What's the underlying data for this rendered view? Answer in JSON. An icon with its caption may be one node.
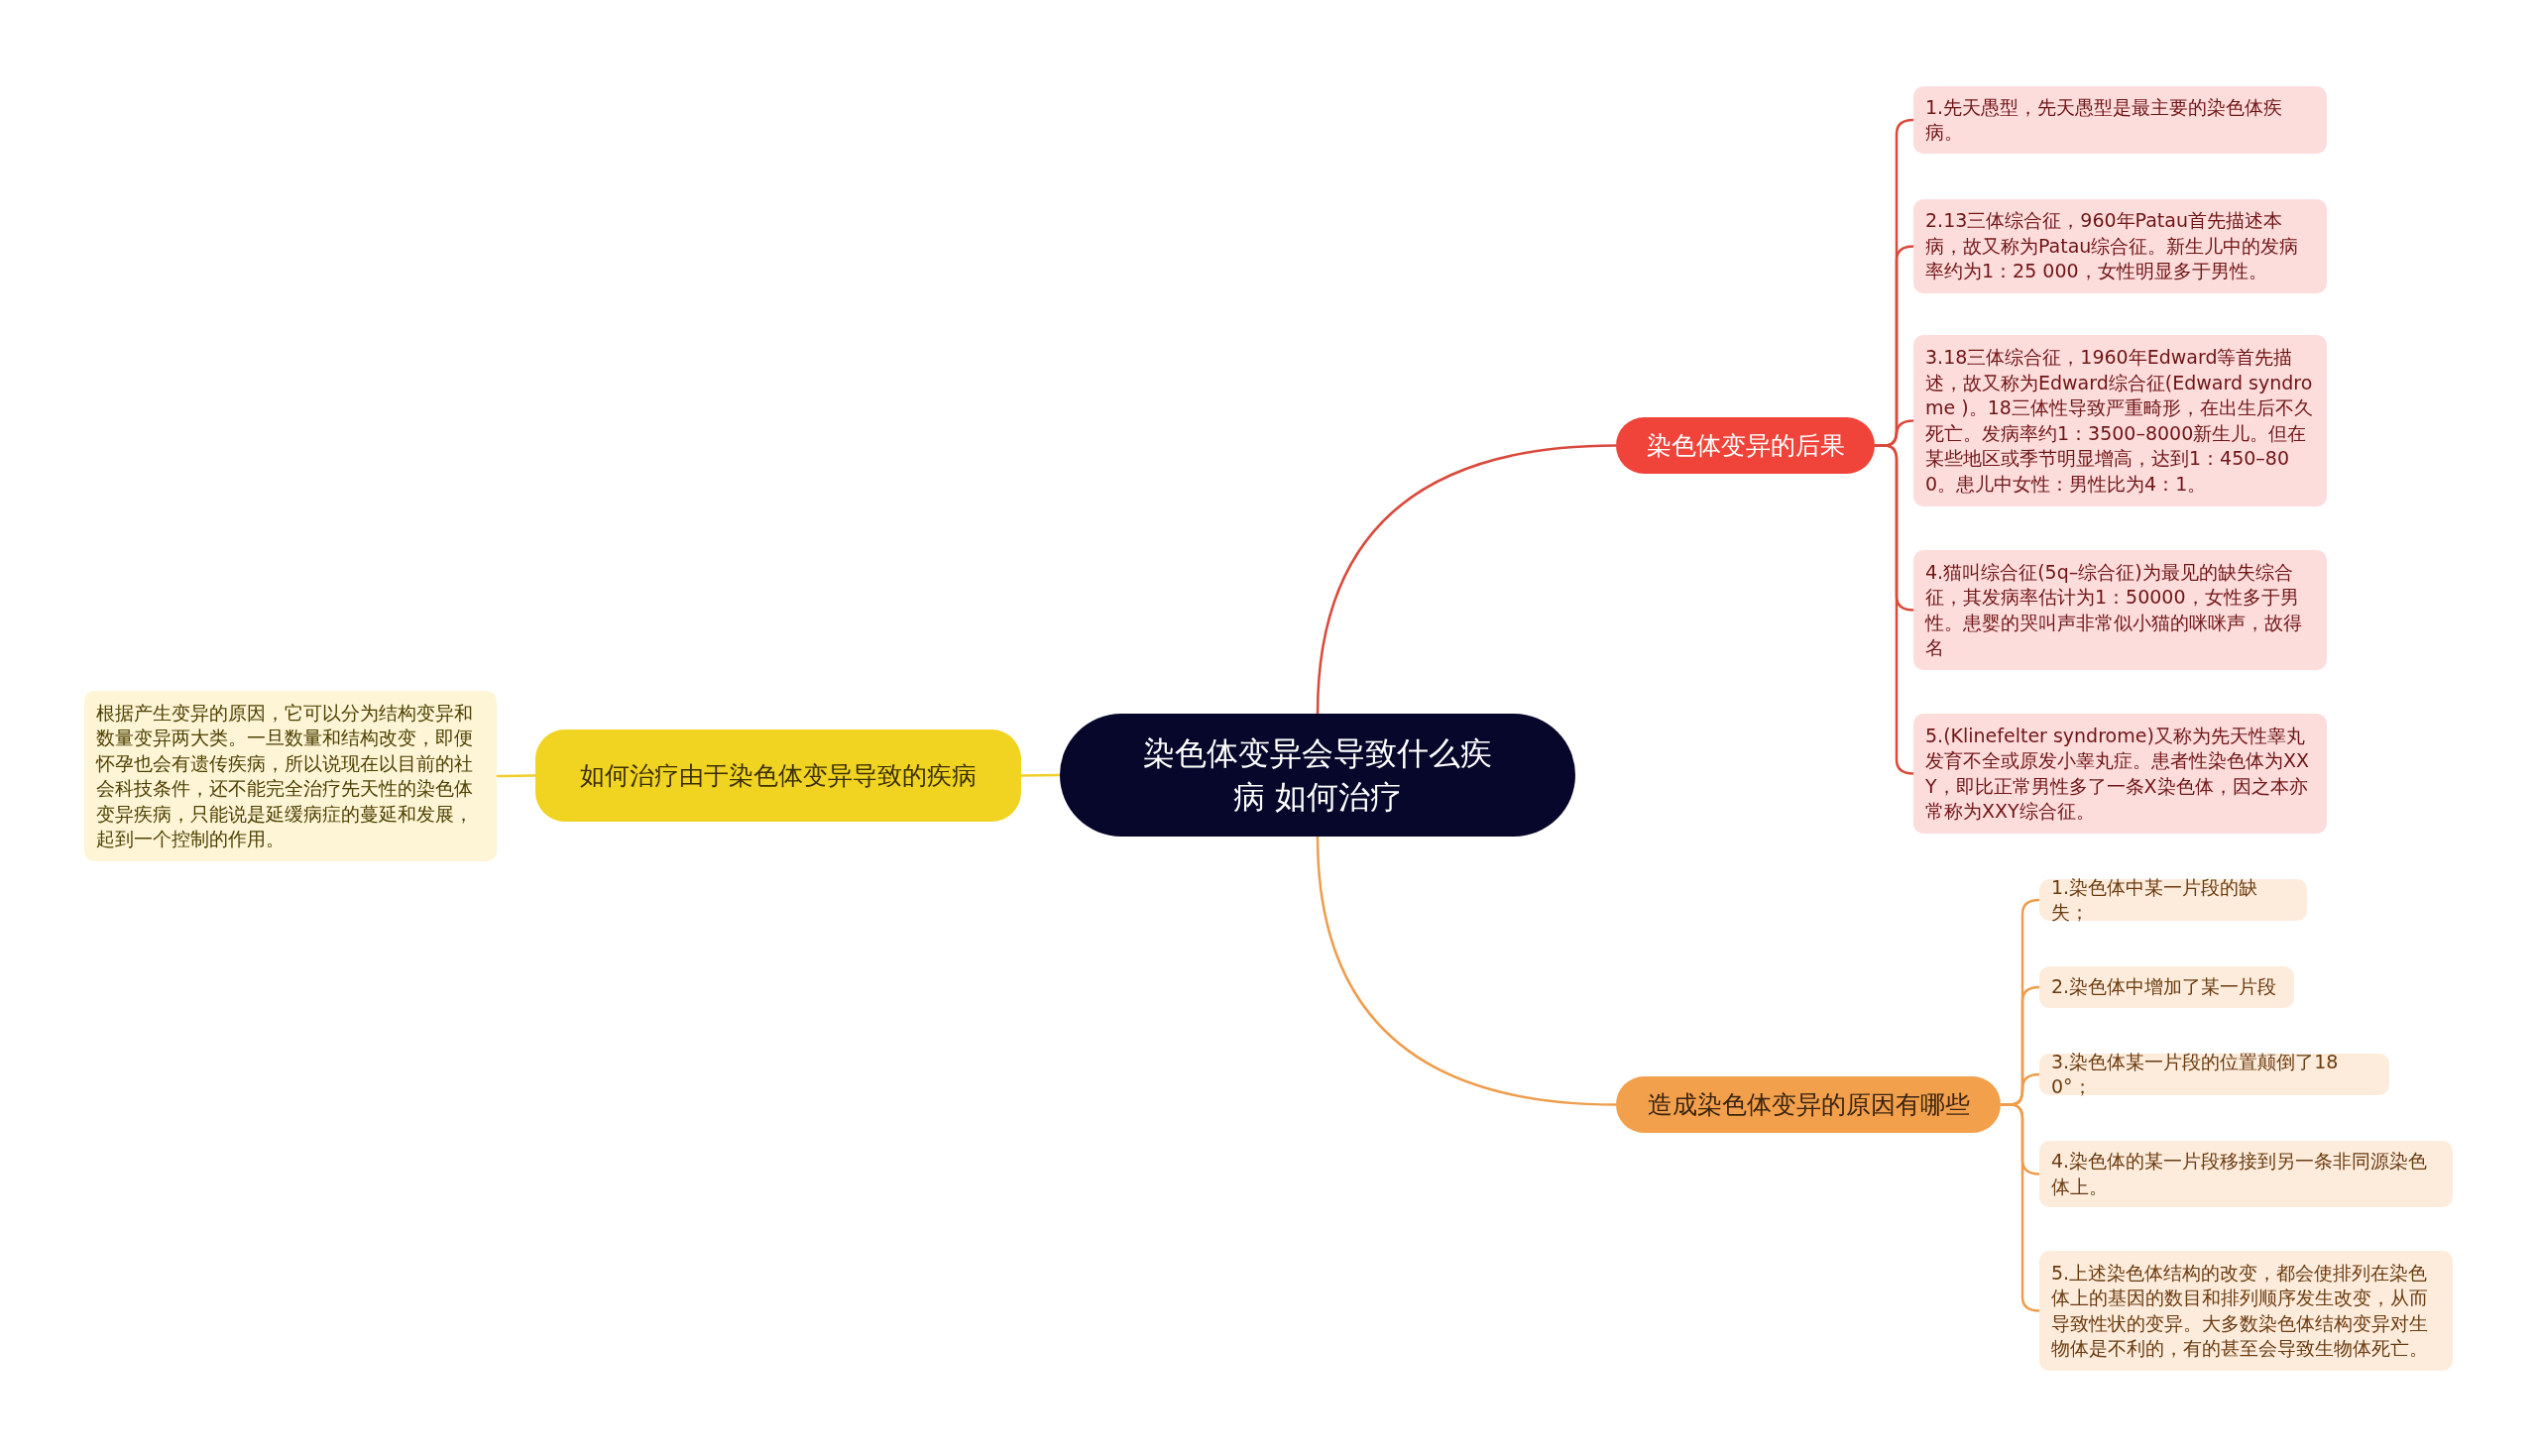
{
  "diagram": {
    "nodes": [
      {
        "text": [
          "染色体变异会导致什么疾病 如何治疗"
        ]
      },
      {
        "text": [
          "染色体变异的后果"
        ]
      },
      {
        "text": [
          "1.先天愚型，先天愚型是最主要的染色体疾病。"
        ]
      },
      {
        "text": [
          "2.13三体综合征，960年Patau首先描述本病，故又称为Patau综合征。新生儿中的发病率约为1：25 000，女性明显多于男性。"
        ]
      },
      {
        "text": [
          "3.18三体综合征，1960年Edward等首先描述，故又称为Edward综合征(Edward syndrome )。18三体性导致严重畸形，在出生后不久死亡。发病率约1：3500–8000新生儿。但在某些地区或季节明显增高，达到1：450–800。患儿中女性：男性比为4：1。"
        ]
      },
      {
        "text": [
          "4.猫叫综合征(5q–综合征)为最见的缺失综合征，其发病率估计为1：50000，女性多于男性。患婴的哭叫声非常似小猫的咪咪声，故得名"
        ]
      },
      {
        "text": [
          "5.(Klinefelter syndrome)又称为先天性睾丸发育不全或原发小睾丸症。患者性染色体为XXY，即比正常男性多了一条X染色体，因之本亦常称为XXY综合征。"
        ]
      },
      {
        "text": [
          "造成染色体变异的原因有哪些"
        ]
      },
      {
        "text": [
          "1.染色体中某一片段的缺失；"
        ]
      },
      {
        "text": [
          "2.染色体中增加了某一片段"
        ]
      },
      {
        "text": [
          "3.染色体某一片段的位置颠倒了180°；"
        ]
      },
      {
        "text": [
          "4.染色体的某一片段移接到另一条非同源染色体上。"
        ]
      },
      {
        "text": [
          "5.上述染色体结构的改变，都会使排列在染色体上的基因的数目和排列顺序发生改变，从而导致性状的变异。大多数染色体结构变异对生物体是不利的，有的甚至会导致生物体死亡。"
        ]
      },
      {
        "text": [
          "如何治疗由于染色体变异导致的疾病"
        ]
      },
      {
        "text": [
          "根据产生变异的原因，它可以分为结构变异和数量变异两大类。一旦数量和结构改变，即便怀孕也会有遗传疾病，所以说现在以目前的社会科技条件，还不能完全治疗先天性的染色体变异疾病，只能说是延缓病症的蔓延和发展，起到一个控制的作用。"
        ]
      }
    ],
    "edges": [
      {
        "from": 0,
        "to": 1,
        "arrow": "none",
        "color": "#d94a3c"
      },
      {
        "from": 1,
        "to": 2,
        "arrow": "none",
        "color": "#d94a3c"
      },
      {
        "from": 1,
        "to": 3,
        "arrow": "none",
        "color": "#d94a3c"
      },
      {
        "from": 1,
        "to": 4,
        "arrow": "none",
        "color": "#d94a3c"
      },
      {
        "from": 1,
        "to": 5,
        "arrow": "none",
        "color": "#d94a3c"
      },
      {
        "from": 1,
        "to": 6,
        "arrow": "none",
        "color": "#d94a3c"
      },
      {
        "from": 0,
        "to": 7,
        "arrow": "none",
        "color": "#ee9d4c"
      },
      {
        "from": 7,
        "to": 8,
        "arrow": "none",
        "color": "#ee9d4c"
      },
      {
        "from": 7,
        "to": 9,
        "arrow": "none",
        "color": "#ee9d4c"
      },
      {
        "from": 7,
        "to": 10,
        "arrow": "none",
        "color": "#ee9d4c"
      },
      {
        "from": 7,
        "to": 11,
        "arrow": "none",
        "color": "#ee9d4c"
      },
      {
        "from": 7,
        "to": 12,
        "arrow": "none",
        "color": "#ee9d4c"
      },
      {
        "from": 0,
        "to": 13,
        "arrow": "none",
        "color": "#efcf2a"
      },
      {
        "from": 13,
        "to": 14,
        "arrow": "none",
        "color": "#efcf2a"
      }
    ]
  }
}
